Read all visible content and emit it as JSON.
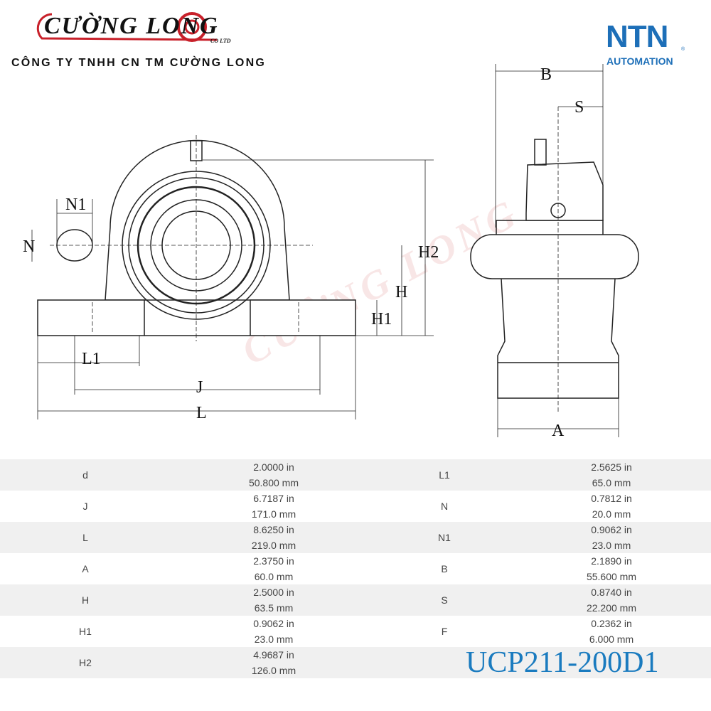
{
  "header": {
    "logo_text": "CƯỜNG LONG",
    "logo_sub": "CO LTD",
    "company": "CÔNG TY TNHH CN TM CƯỜNG LONG",
    "brand": "NTN",
    "brand_sub": "AUTOMATION",
    "brand_reg": "®"
  },
  "watermark": "CƯỜNG LONG",
  "drawing_labels": {
    "N1": "N1",
    "N": "N",
    "H2": "H2",
    "H": "H",
    "H1": "H1",
    "L1": "L1",
    "J": "J",
    "L": "L",
    "B": "B",
    "S": "S",
    "A": "A"
  },
  "table": [
    {
      "k1": "d",
      "in1": "2.0000 in",
      "mm1": "50.800 mm",
      "k2": "L1",
      "in2": "2.5625 in",
      "mm2": "65.0 mm"
    },
    {
      "k1": "J",
      "in1": "6.7187 in",
      "mm1": "171.0 mm",
      "k2": "N",
      "in2": "0.7812 in",
      "mm2": "20.0 mm"
    },
    {
      "k1": "L",
      "in1": "8.6250 in",
      "mm1": "219.0 mm",
      "k2": "N1",
      "in2": "0.9062 in",
      "mm2": "23.0 mm"
    },
    {
      "k1": "A",
      "in1": "2.3750 in",
      "mm1": "60.0 mm",
      "k2": "B",
      "in2": "2.1890 in",
      "mm2": "55.600 mm"
    },
    {
      "k1": "H",
      "in1": "2.5000 in",
      "mm1": "63.5 mm",
      "k2": "S",
      "in2": "0.8740 in",
      "mm2": "22.200 mm"
    },
    {
      "k1": "H1",
      "in1": "0.9062 in",
      "mm1": "23.0 mm",
      "k2": "F",
      "in2": "0.2362 in",
      "mm2": "6.000 mm"
    },
    {
      "k1": "H2",
      "in1": "4.9687 in",
      "mm1": "126.0 mm"
    }
  ],
  "model": "UCP211-200D1",
  "colors": {
    "brand_blue": "#1d6fb8",
    "logo_red": "#c8202a",
    "row_gray": "#f0f0f0"
  }
}
